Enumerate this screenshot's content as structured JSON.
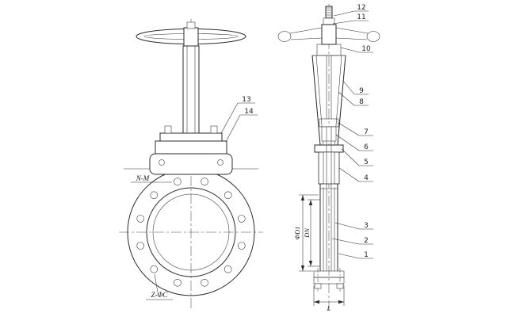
{
  "colors": {
    "background": "#ffffff",
    "line": "#2b2b2b",
    "centerline": "#4a4a4a"
  },
  "callouts": {
    "n1": "1",
    "n2": "2",
    "n3": "3",
    "n4": "4",
    "n5": "5",
    "n6": "6",
    "n7": "7",
    "n8": "8",
    "n9": "9",
    "n10": "10",
    "n11": "11",
    "n12": "12",
    "n13": "13",
    "n14": "14"
  },
  "annotations": {
    "top_bolt_spec": "N-M",
    "bottom_bolt_spec": "Z-ΦC"
  },
  "dimensions": {
    "flange_diameter": "ΦD1",
    "nominal_bore": "DN",
    "face_to_face": "L"
  }
}
